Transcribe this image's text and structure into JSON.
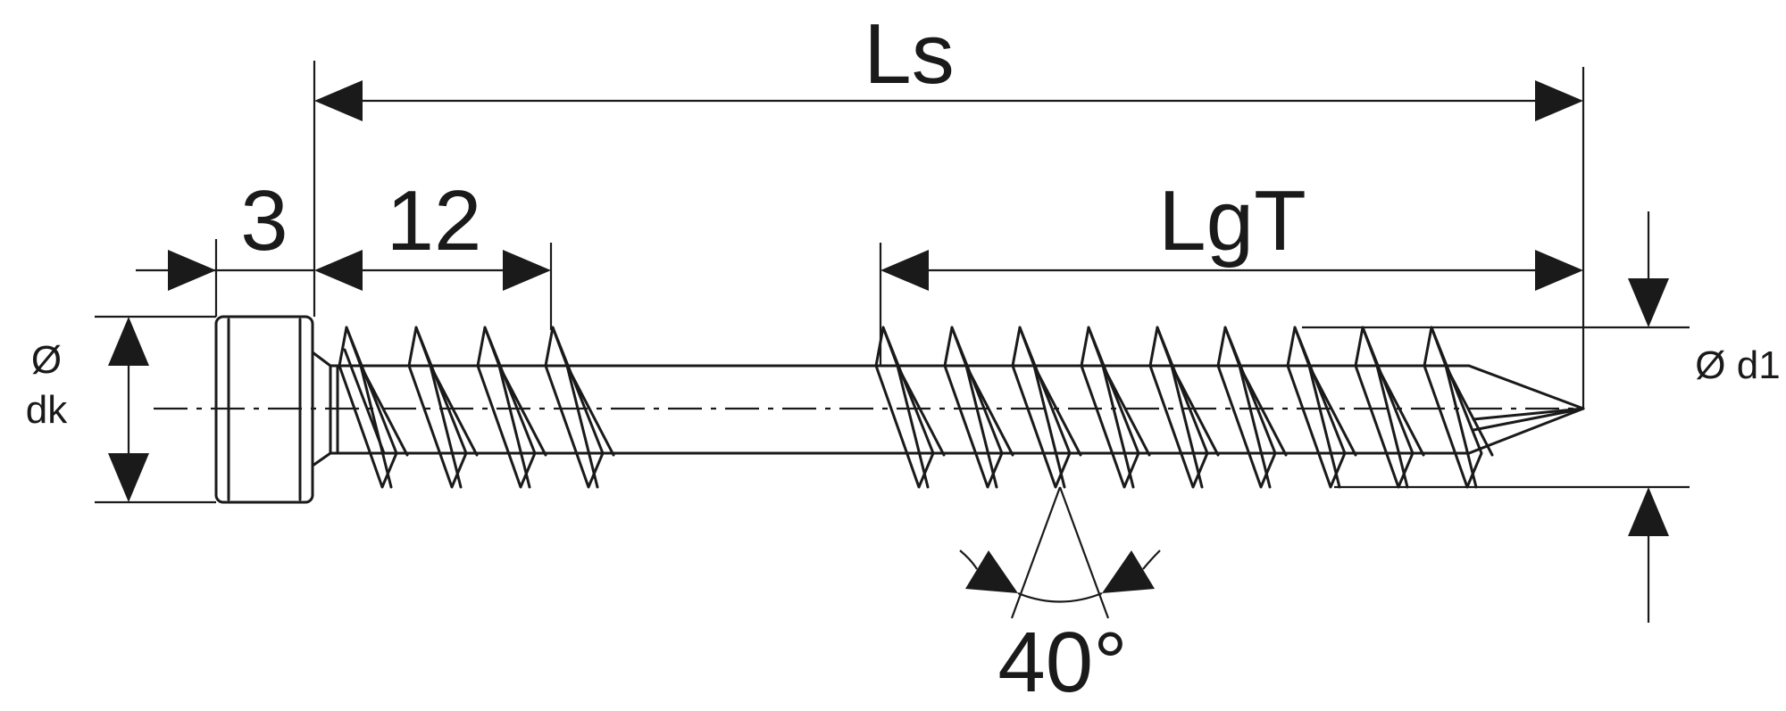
{
  "labels": {
    "overall_length": "Ls",
    "head_height": "3",
    "upper_thread": "12",
    "thread_length": "LgT",
    "head_diameter_symbol": "Ø",
    "head_diameter": "dk",
    "thread_diameter": "Ø d1",
    "thread_angle": "40°"
  },
  "colors": {
    "ink": "#1a1a1a",
    "background": "#ffffff"
  }
}
